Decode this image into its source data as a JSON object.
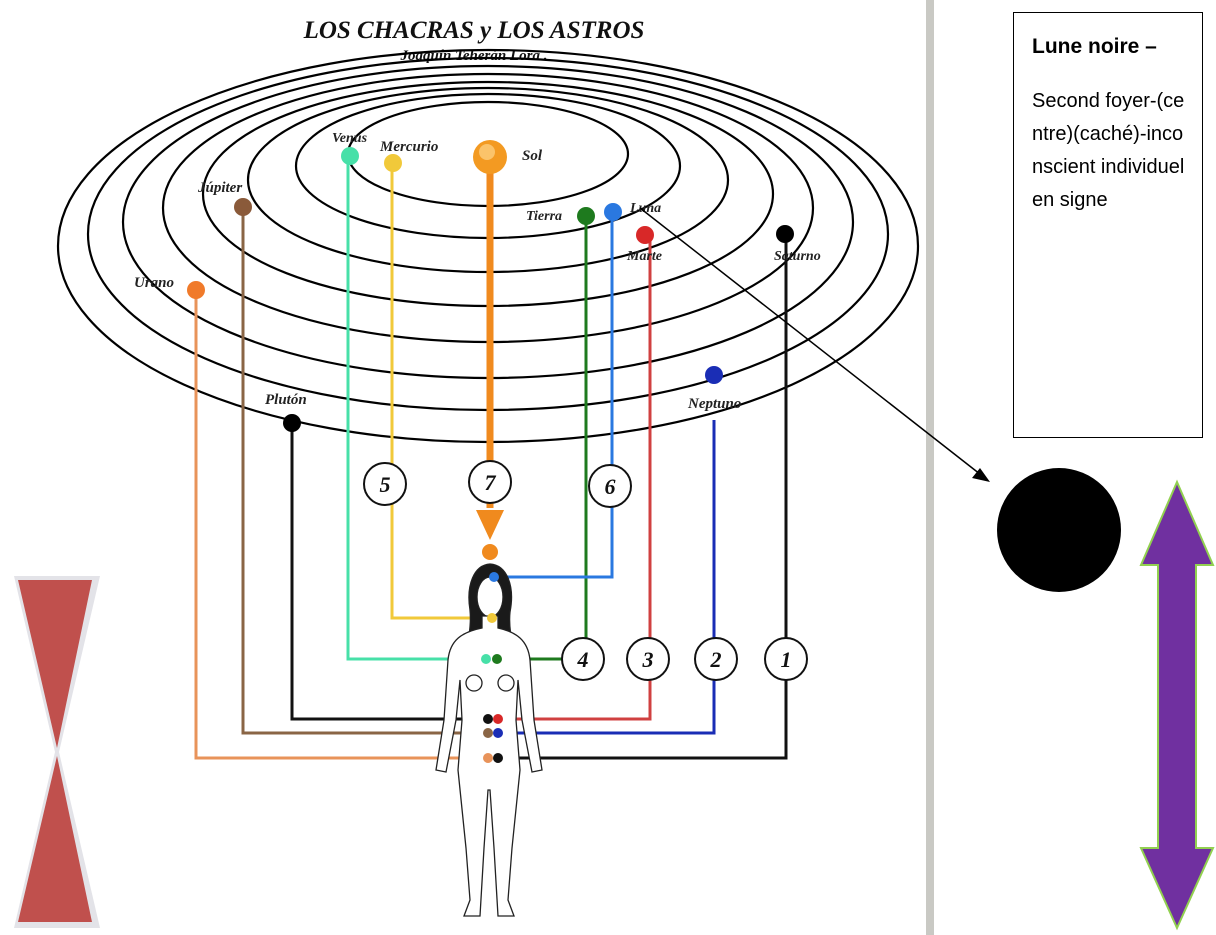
{
  "diagram": {
    "title": "LOS CHACRAS  y LOS ASTROS",
    "author": "Joaquín Teherán Lora .",
    "planets": {
      "venus": "Venus",
      "mercurio": "Mercurio",
      "sol": "Sol",
      "jupiter": "Júpiter",
      "tierra": "Tierra",
      "luna": "Luna",
      "marte": "Marte",
      "saturno": "Saturno",
      "urano": "Urano",
      "pluton": "Plutón",
      "neptuno": "Neptuno"
    },
    "chakra_numbers": [
      "1",
      "2",
      "3",
      "4",
      "5",
      "6",
      "7"
    ],
    "colors": {
      "venus": "#47e0a8",
      "mercurio": "#f1c93a",
      "sol": "#f08a1e",
      "jupiter": "#8a5a3a",
      "tierra": "#1e7a1e",
      "luna": "#2a78e0",
      "marte": "#d82828",
      "saturno": "#000000",
      "urano": "#f07a2a",
      "pluton": "#000000",
      "neptuno": "#1a2db5"
    }
  },
  "note": {
    "title": "Lune noire –",
    "body": "Second foyer-(centre)(caché)-inconscient individuel en signe"
  },
  "decor": {
    "black_moon_color": "#000000",
    "double_arrow_color": "#7030a0",
    "double_arrow_outline": "#92d050",
    "hourglass_color": "#c0504d"
  }
}
